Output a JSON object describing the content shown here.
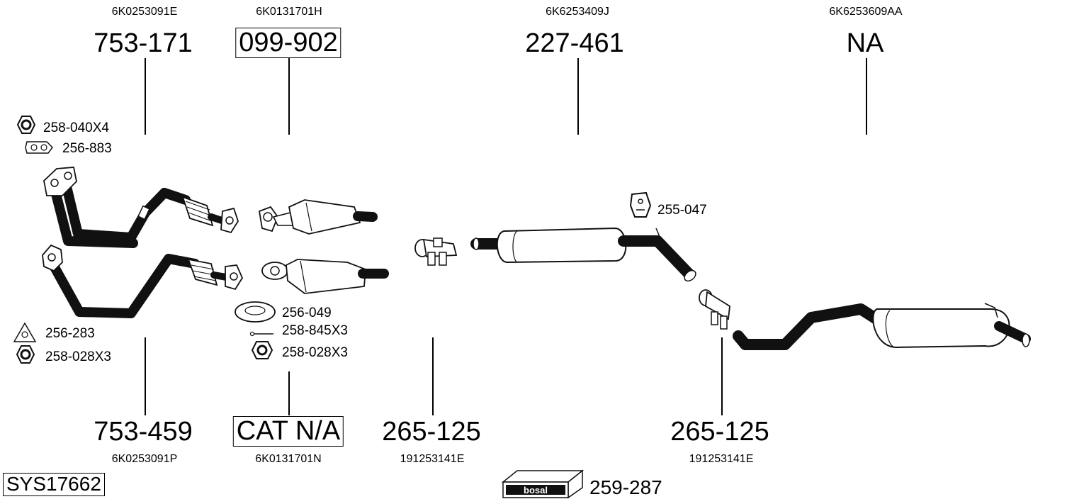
{
  "diagram": {
    "system_code": "SYS17662",
    "top_parts": [
      {
        "oe": "6K0253091E",
        "part": "753-171",
        "boxed": false
      },
      {
        "oe": "6K0131701H",
        "part": "099-902",
        "boxed": true
      },
      {
        "oe": "6K6253409J",
        "part": "227-461",
        "boxed": false
      },
      {
        "oe": "6K6253609AA",
        "part": "NA",
        "boxed": false
      }
    ],
    "bottom_parts": [
      {
        "oe": "6K0253091P",
        "part": "753-459",
        "boxed": false
      },
      {
        "oe": "6K0131701N",
        "part": "CAT N/A",
        "boxed": true
      },
      {
        "oe": "191253141E",
        "part": "265-125",
        "boxed": false
      },
      {
        "oe": "191253141E",
        "part": "265-125",
        "boxed": false
      }
    ],
    "small_parts": {
      "nut_upper": "258-040X4",
      "gasket_upper": "256-883",
      "gasket_lower_left": "256-283",
      "nut_lower_left": "258-028X3",
      "gasket_cat": "256-049",
      "bolt_cat": "258-845X3",
      "nut_cat": "258-028X3",
      "rubber_mount": "255-047",
      "assembly_kit": "259-287"
    },
    "brand": "bosal"
  },
  "icons": [
    "hex-nut-icon",
    "flange-gasket-icon",
    "triangle-gasket-icon",
    "round-gasket-icon",
    "bolt-icon",
    "rubber-mount-icon",
    "bosal-kit-box-icon"
  ]
}
